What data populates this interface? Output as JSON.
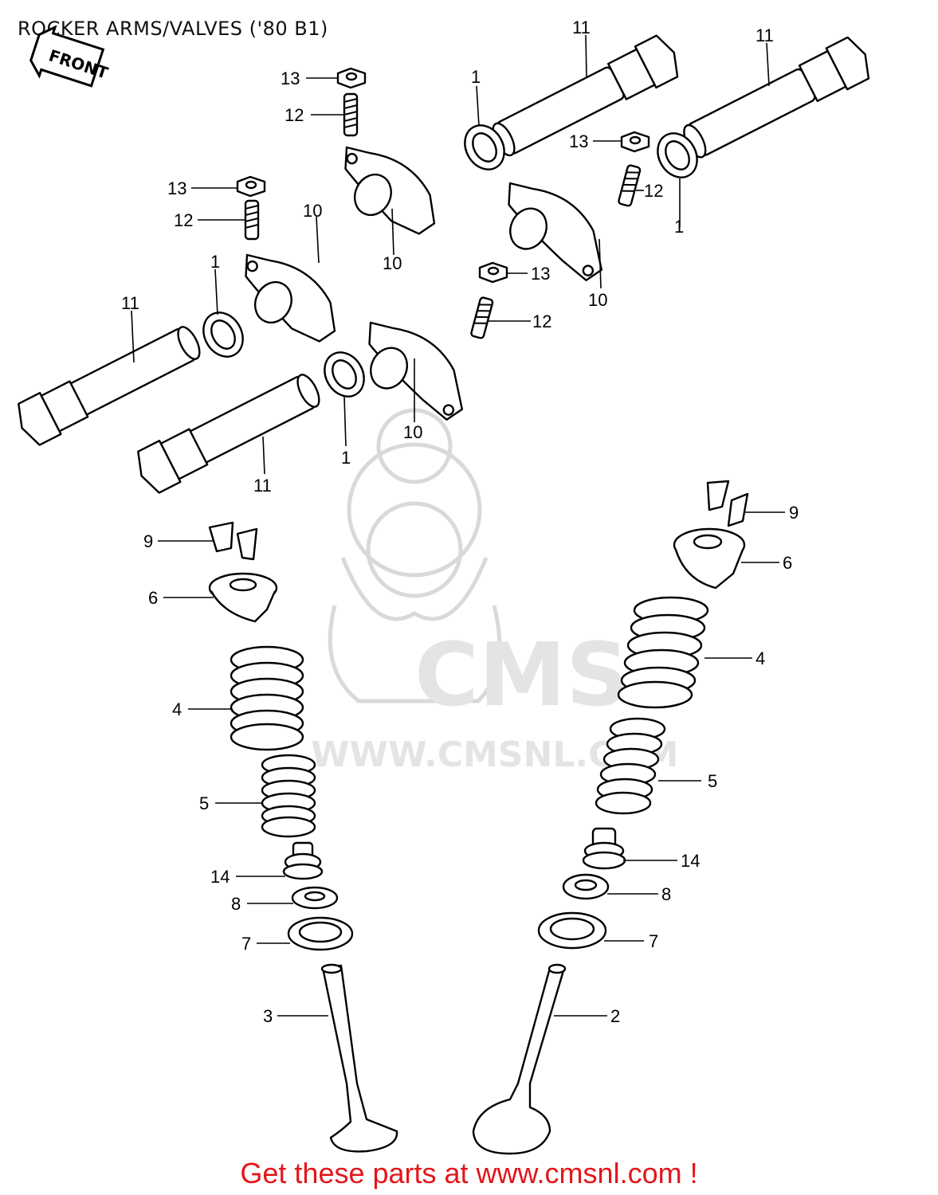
{
  "title": "ROCKER ARMS/VALVES ('80 B1)",
  "front_label": "FRONT",
  "watermark": {
    "brand": "CMS",
    "url": "WWW.CMSNL.COM"
  },
  "cta": "Get these parts at www.cmsnl.com !",
  "colors": {
    "cta": "#e3161a",
    "line": "#000000",
    "watermark": "#e4e4e4"
  },
  "callouts": [
    "1",
    "2",
    "3",
    "4",
    "5",
    "6",
    "7",
    "8",
    "9",
    "10",
    "11",
    "12",
    "13",
    "14"
  ]
}
